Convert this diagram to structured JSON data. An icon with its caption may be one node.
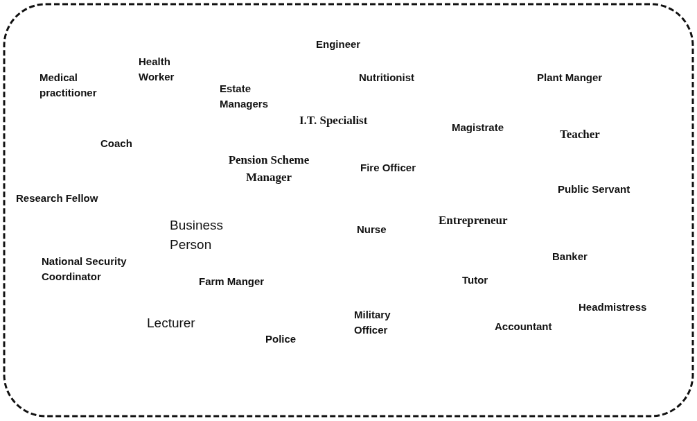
{
  "diagram": {
    "nodes": [
      {
        "text": [
          "Engineer",
          "Health Worker",
          "Medical practitioner",
          "Nutritionist",
          "Plant Manger",
          "Estate Managers",
          "I.T. Specialist",
          "Magistrate",
          "Teacher",
          "Coach",
          "Pension Scheme Manager",
          "Fire Officer",
          "Research Fellow",
          "Public Servant",
          "Business Person",
          "Nurse",
          "Entrepreneur",
          "National Security Coordinator",
          "Banker",
          "Farm Manger",
          "Tutor",
          "Headmistress",
          "Lecturer",
          "Military Officer",
          "Accountant",
          "Police"
        ]
      }
    ]
  }
}
